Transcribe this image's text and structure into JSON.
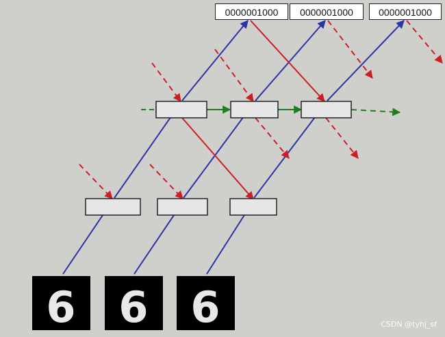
{
  "outputs": [
    {
      "label": "0000001000"
    },
    {
      "label": "0000001000"
    },
    {
      "label": "0000001000"
    }
  ],
  "digit_images": [
    {
      "digit": "6"
    },
    {
      "digit": "6"
    },
    {
      "digit": "6"
    }
  ],
  "colors": {
    "input_arrow": "#2b33a6",
    "forward_arrow": "#cc1f25",
    "recurrent_arrow": "#1e7d1e",
    "box_fill": "#e6e6e6",
    "background": "#cfcfcb"
  },
  "watermark": "CSDN @tyhj_sf"
}
